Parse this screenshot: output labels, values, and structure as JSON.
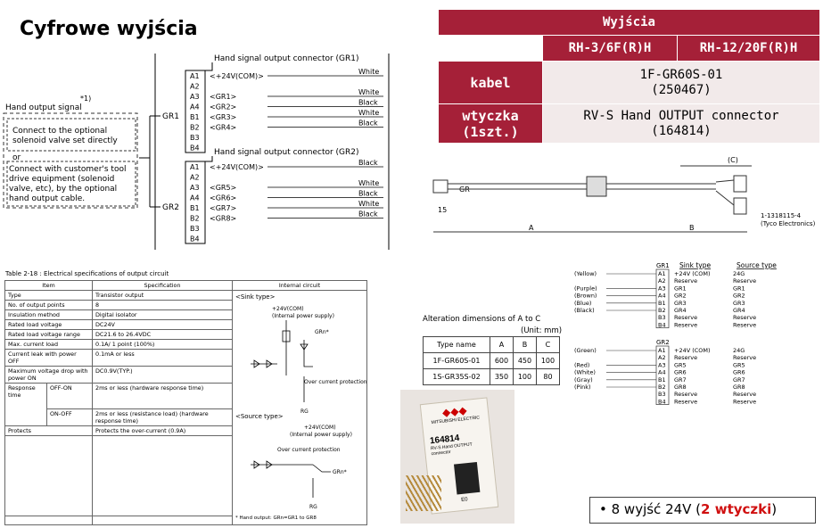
{
  "title": "Cyfrowe wyjścia",
  "outputs_table": {
    "header": "Wyjścia",
    "col1": "RH-3/6F(R)H",
    "col2": "RH-12/20F(R)H",
    "row1_label": "kabel",
    "row1_value_1": "1F-GR60S-01",
    "row1_value_2": "(250467)",
    "row2_label_1": "wtyczka",
    "row2_label_2": "(1szt.)",
    "row2_value_1": "RV-S Hand OUTPUT connector",
    "row2_value_2": "(164814)"
  },
  "wiring": {
    "hand_output_signal": "Hand output signal",
    "footnote_mark": "*1)",
    "box_text_1": "Connect to the optional",
    "box_text_2": "solenoid valve set directly",
    "box_or": "or",
    "box_text_3": "Connect with customer's tool",
    "box_text_4": "drive equipment (solenoid",
    "box_text_5": "valve, etc), by the optional",
    "box_text_6": "hand output cable.",
    "gr1_label": "GR1",
    "gr2_label": "GR2",
    "gr1_connector": "Hand signal output connector (GR1)",
    "gr2_connector": "Hand signal output connector (GR2)",
    "gr1_pins": [
      "A1",
      "A2",
      "A3",
      "A4",
      "B1",
      "B2",
      "B3",
      "B4"
    ],
    "gr2_pins": [
      "A1",
      "A2",
      "A3",
      "A4",
      "B1",
      "B2",
      "B3",
      "B4"
    ],
    "gr1_signals": [
      "<+24V(COM)>",
      "<GR1>",
      "<GR2>",
      "<GR3>",
      "<GR4>"
    ],
    "gr2_signals": [
      "<+24V(COM)>",
      "<GR5>",
      "<GR6>",
      "<GR7>",
      "<GR8>"
    ],
    "gr1_colors": [
      "White",
      "White",
      "Black",
      "White",
      "Black"
    ],
    "gr2_colors": [
      "Black",
      "White",
      "Black",
      "White",
      "Black"
    ]
  },
  "spec_table": {
    "caption": "Table 2-18 : Electrical specifications of output circuit",
    "headers": [
      "Item",
      "Specification",
      "Internal circuit"
    ],
    "rows": [
      [
        "Type",
        "Transistor output"
      ],
      [
        "No. of output points",
        "8"
      ],
      [
        "Insulation method",
        "Digital isolator"
      ],
      [
        "Rated load voltage",
        "DC24V"
      ],
      [
        "Rated load voltage range",
        "DC21.6 to 26.4VDC"
      ],
      [
        "Max. current load",
        "0.1A/ 1 point (100%)"
      ],
      [
        "Current leak with power OFF",
        "0.1mA or less"
      ],
      [
        "Maximum voltage drop with power ON",
        "DC0.9V(TYP.)"
      ]
    ],
    "response_label": "Response time",
    "off_on": "OFF-ON",
    "off_on_value": "2ms or less (hardware response time)",
    "on_off": "ON-OFF",
    "on_off_value": "2ms or less (resistance load) (hardware response time)",
    "protects_label": "Protects",
    "protects_value": "Protects the over-current (0.9A)",
    "sink_type": "<Sink type>",
    "source_type": "<Source type>",
    "com_label": "+24V(COM)",
    "internal_supply": "(Internal power supply)",
    "grn": "GRn*",
    "overcurrent": "Over current protection",
    "rg": "RG",
    "footnote": "* Hand output: GRn=GR1 to GR8"
  },
  "cable": {
    "gr_label": "GR",
    "dim_15": "15",
    "dim_a": "A",
    "dim_b": "B",
    "dim_c": "(C)",
    "part_no": "1-1318115-4",
    "maker": "(Tyco Electronics)"
  },
  "alteration": {
    "title": "Alteration dimensions of A to C",
    "unit": "(Unit: mm)",
    "headers": [
      "Type name",
      "A",
      "B",
      "C"
    ],
    "rows": [
      [
        "1F-GR60S-01",
        "600",
        "450",
        "100"
      ],
      [
        "1S-GR35S-02",
        "350",
        "100",
        "80"
      ]
    ]
  },
  "pinout": {
    "sink_type": "Sink type",
    "source_type": "Source type",
    "gr1": "GR1",
    "gr2": "GR2",
    "gr1_colors": [
      "(Yellow)",
      "(Purple)",
      "(Brown)",
      "(Blue)",
      "(Black)"
    ],
    "gr2_colors": [
      "(Green)",
      "(Red)",
      "(White)",
      "(Gray)",
      "(Pink)"
    ],
    "pins": [
      "A1",
      "A2",
      "A3",
      "A4",
      "B1",
      "B2",
      "B3",
      "B4"
    ],
    "gr1_sink": [
      "+24V (COM)",
      "Reserve",
      "GR1",
      "GR2",
      "GR3",
      "GR4",
      "Reserve",
      "Reserve"
    ],
    "gr1_source": [
      "24G",
      "Reserve",
      "GR1",
      "GR2",
      "GR3",
      "GR4",
      "Reserve",
      "Reserve"
    ],
    "gr2_sink": [
      "+24V (COM)",
      "Reserve",
      "GR5",
      "GR6",
      "GR7",
      "GR8",
      "Reserve",
      "Reserve"
    ],
    "gr2_source": [
      "24G",
      "Reserve",
      "GR5",
      "GR6",
      "GR7",
      "GR8",
      "Reserve",
      "Reserve"
    ]
  },
  "product_photo": {
    "brand": "MITSUBISHI ELECTRIC",
    "number": "164814",
    "desc": "RV-S Hand OUTPUT connector",
    "code": "E0"
  },
  "bullet": {
    "prefix": "• 8 wyjść 24V (",
    "emph": "2 wtyczki",
    "suffix": ")"
  },
  "colors": {
    "accent": "#a52038",
    "cell_bg": "#f2eaea",
    "emphasis": "#d01010"
  }
}
